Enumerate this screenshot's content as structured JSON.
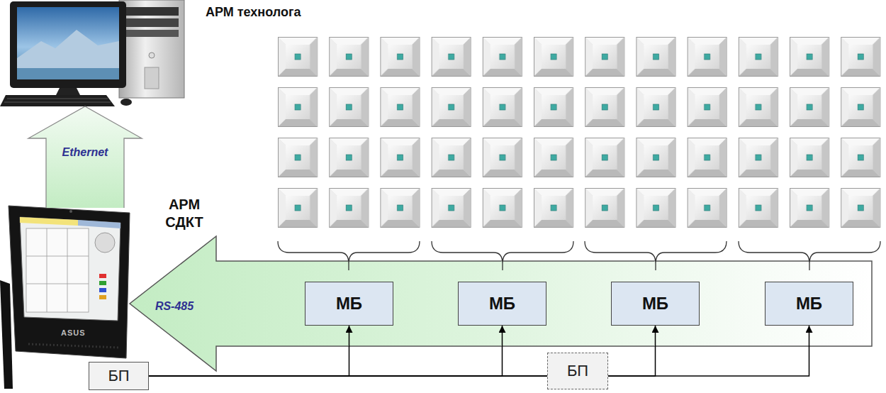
{
  "diagram": {
    "nodes": [
      {
        "text": [
          "АРМ технолога"
        ]
      },
      {
        "text": [
          "АРМ СДКТ"
        ]
      },
      {
        "text": [
          "МБ"
        ]
      },
      {
        "text": [
          "МБ"
        ]
      },
      {
        "text": [
          "МБ"
        ]
      },
      {
        "text": [
          "МБ"
        ]
      },
      {
        "text": [
          "БП"
        ]
      },
      {
        "text": [
          "БП"
        ]
      }
    ],
    "edges": [
      {
        "from": 1,
        "to": 0,
        "arrow": "to",
        "label": "Ethernet"
      },
      {
        "from": 2,
        "to": 1,
        "arrow": "to",
        "label": "RS-485"
      },
      {
        "from": 3,
        "to": 1,
        "arrow": "to"
      },
      {
        "from": 4,
        "to": 1,
        "arrow": "to"
      },
      {
        "from": 5,
        "to": 1,
        "arrow": "to"
      },
      {
        "from": 6,
        "to": 2,
        "arrow": "to"
      },
      {
        "from": 6,
        "to": 3,
        "arrow": "to"
      },
      {
        "from": 6,
        "to": 4,
        "arrow": "to"
      },
      {
        "from": 6,
        "to": 5,
        "arrow": "to"
      }
    ],
    "labels": [
      "ASUS"
    ]
  }
}
